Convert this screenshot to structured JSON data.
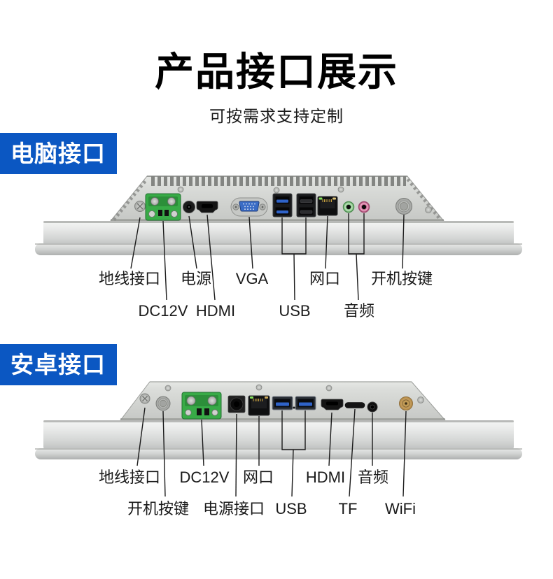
{
  "page": {
    "background": "#ffffff",
    "accent_blue": "#0b57c2",
    "metal_gray": "#d6d8d5",
    "terminal_green": "#38ab47"
  },
  "header": {
    "title": "产品接口展示",
    "subtitle": "可按需求支持定制"
  },
  "sections": [
    {
      "badge": "电脑接口",
      "ports": [
        "ground-screw",
        "dc12v-terminal",
        "dc-power-jack",
        "hdmi",
        "vga",
        "usb3-dual",
        "usb2-dual",
        "ethernet",
        "line-out",
        "mic-in",
        "power-button"
      ],
      "row1": [
        "地线接口",
        "电源",
        "VGA",
        "网口",
        "开机按键"
      ],
      "row2": [
        "DC12V",
        "HDMI",
        "USB",
        "音频"
      ]
    },
    {
      "badge": "安卓接口",
      "ports": [
        "ground-screw",
        "power-button",
        "dc12v-terminal",
        "dc-power-jack",
        "ethernet",
        "usb-a-1",
        "usb-a-2",
        "hdmi",
        "tf-card-slot",
        "audio-jack",
        "wifi-antenna"
      ],
      "row1": [
        "地线接口",
        "DC12V",
        "网口",
        "HDMI",
        "音频"
      ],
      "row2": [
        "开机按键",
        "电源接口",
        "USB",
        "TF",
        "WiFi"
      ]
    }
  ]
}
